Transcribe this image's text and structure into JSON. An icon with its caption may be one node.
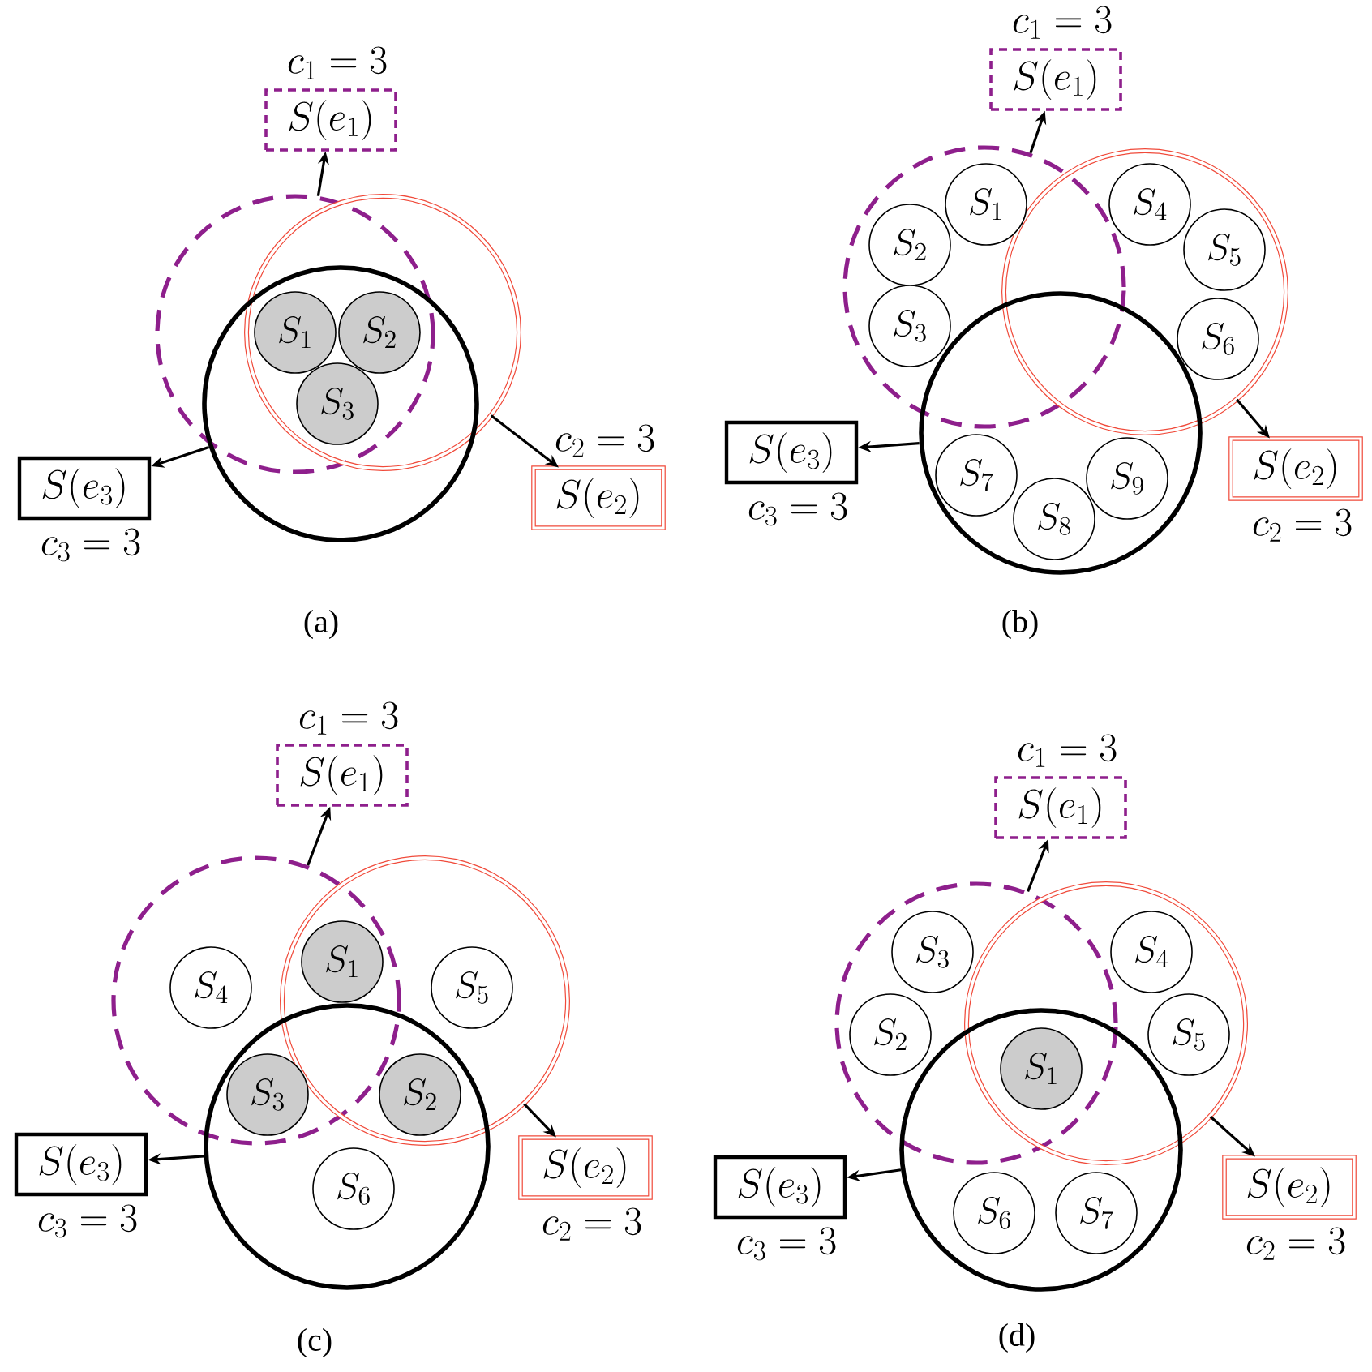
{
  "diagram": {
    "nodes": [
      {
        "text": [
          "S(e_1)"
        ],
        "beside": [
          "c_1 = 3"
        ]
      },
      {
        "text": [
          "S(e_2)"
        ],
        "beside": [
          "c_2 = 3"
        ]
      },
      {
        "text": [
          "S(e_3)"
        ],
        "beside": [
          "c_3 = 3"
        ]
      },
      {
        "text": [],
        "shape": "circle"
      },
      {
        "text": [],
        "shape": "circle"
      },
      {
        "text": [],
        "shape": "circle"
      },
      {
        "text": [
          "S_1"
        ]
      },
      {
        "text": [
          "S_2"
        ]
      },
      {
        "text": [
          "S_3"
        ]
      },
      {
        "text": [
          "S(e_1)"
        ],
        "beside": [
          "c_1 = 3"
        ]
      },
      {
        "text": [
          "S(e_2)"
        ],
        "beside": [
          "c_2 = 3"
        ]
      },
      {
        "text": [
          "S(e_3)"
        ],
        "beside": [
          "c_3 = 3"
        ]
      },
      {
        "text": [],
        "shape": "circle"
      },
      {
        "text": [],
        "shape": "circle"
      },
      {
        "text": [],
        "shape": "circle"
      },
      {
        "text": [
          "S_1"
        ],
        "in": 12
      },
      {
        "text": [
          "S_2"
        ],
        "in": 12
      },
      {
        "text": [
          "S_3"
        ],
        "in": 12
      },
      {
        "text": [
          "S_4"
        ],
        "in": 13
      },
      {
        "text": [
          "S_5"
        ],
        "in": 13
      },
      {
        "text": [
          "S_6"
        ],
        "in": 13
      },
      {
        "text": [
          "S_7"
        ],
        "in": 14
      },
      {
        "text": [
          "S_8"
        ],
        "in": 14
      },
      {
        "text": [
          "S_9"
        ],
        "in": 14
      },
      {
        "text": [
          "S(e_1)"
        ],
        "beside": [
          "c_1 = 3"
        ]
      },
      {
        "text": [
          "S(e_2)"
        ],
        "beside": [
          "c_2 = 3"
        ]
      },
      {
        "text": [
          "S(e_3)"
        ],
        "beside": [
          "c_3 = 3"
        ]
      },
      {
        "text": [],
        "shape": "circle"
      },
      {
        "text": [],
        "shape": "circle"
      },
      {
        "text": [],
        "shape": "circle"
      },
      {
        "text": [
          "S_1"
        ]
      },
      {
        "text": [
          "S_2"
        ]
      },
      {
        "text": [
          "S_3"
        ]
      },
      {
        "text": [
          "S_4"
        ],
        "in": 27
      },
      {
        "text": [
          "S_5"
        ],
        "in": 28
      },
      {
        "text": [
          "S_6"
        ],
        "in": 29
      },
      {
        "text": [
          "S(e_1)"
        ],
        "beside": [
          "c_1 = 3"
        ]
      },
      {
        "text": [
          "S(e_2)"
        ],
        "beside": [
          "c_2 = 3"
        ]
      },
      {
        "text": [
          "S(e_3)"
        ],
        "beside": [
          "c_3 = 3"
        ]
      },
      {
        "text": [],
        "shape": "circle"
      },
      {
        "text": [],
        "shape": "circle"
      },
      {
        "text": [],
        "shape": "circle"
      },
      {
        "text": [
          "S_1"
        ]
      },
      {
        "text": [
          "S_2"
        ],
        "in": 39
      },
      {
        "text": [
          "S_3"
        ],
        "in": 39
      },
      {
        "text": [
          "S_4"
        ],
        "in": 40
      },
      {
        "text": [
          "S_5"
        ],
        "in": 40
      },
      {
        "text": [
          "S_6"
        ],
        "in": 41
      },
      {
        "text": [
          "S_7"
        ],
        "in": 41
      }
    ],
    "edges": [
      {
        "from": 3,
        "to": 0,
        "arrow": "to"
      },
      {
        "from": 4,
        "to": 1,
        "arrow": "to"
      },
      {
        "from": 5,
        "to": 2,
        "arrow": "to"
      },
      {
        "from": 12,
        "to": 9,
        "arrow": "to"
      },
      {
        "from": 13,
        "to": 10,
        "arrow": "to"
      },
      {
        "from": 14,
        "to": 11,
        "arrow": "to"
      },
      {
        "from": 27,
        "to": 24,
        "arrow": "to"
      },
      {
        "from": 28,
        "to": 25,
        "arrow": "to"
      },
      {
        "from": 29,
        "to": 26,
        "arrow": "to"
      },
      {
        "from": 39,
        "to": 36,
        "arrow": "to"
      },
      {
        "from": 40,
        "to": 37,
        "arrow": "to"
      },
      {
        "from": 41,
        "to": 38,
        "arrow": "to"
      }
    ],
    "labels": [
      "(a)",
      "(b)",
      "(c)",
      "(d)"
    ]
  }
}
